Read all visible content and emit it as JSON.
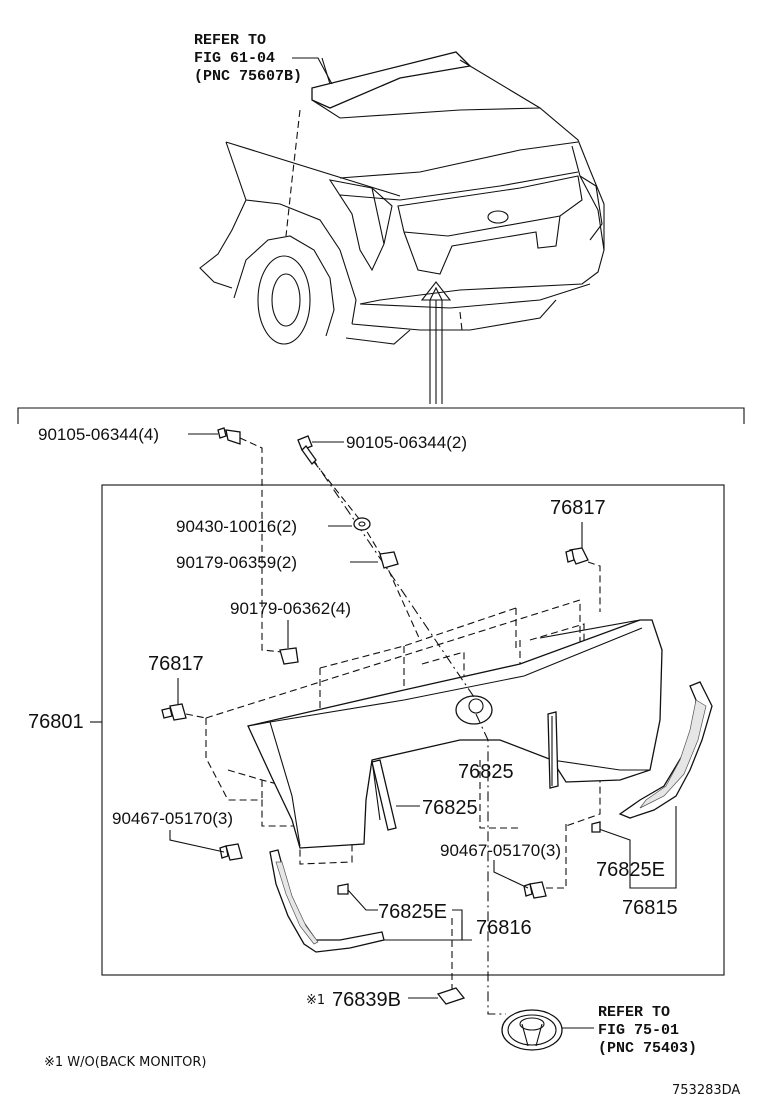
{
  "refer_spoiler": {
    "line1": "REFER TO",
    "line2": "FIG 61-04",
    "line3": "(PNC 75607B)"
  },
  "refer_emblem": {
    "line1": "REFER TO",
    "line2": "FIG 75-01",
    "line3": "(PNC 75403)"
  },
  "parts": {
    "screw_left": "90105-06344(4)",
    "screw_right": "90105-06344(2)",
    "washer": "90430-10016(2)",
    "nut_upper": "90179-06359(2)",
    "nut_lower": "90179-06362(4)",
    "clip_right": "76817",
    "clip_left": "76817",
    "garnish": "76801",
    "seal_right": "76825",
    "seal_left": "76825",
    "clip_lower_left": "90467-05170(3)",
    "clip_lower_right": "90467-05170(3)",
    "cap_right": "76825E",
    "moulding_right": "76815",
    "cap_left": "76825E",
    "moulding_left": "76816",
    "camera_cover_mark": "※1",
    "camera_cover": "76839B"
  },
  "footnote": "※1 W/O(BACK MONITOR)",
  "diagram_id": "753283DA"
}
